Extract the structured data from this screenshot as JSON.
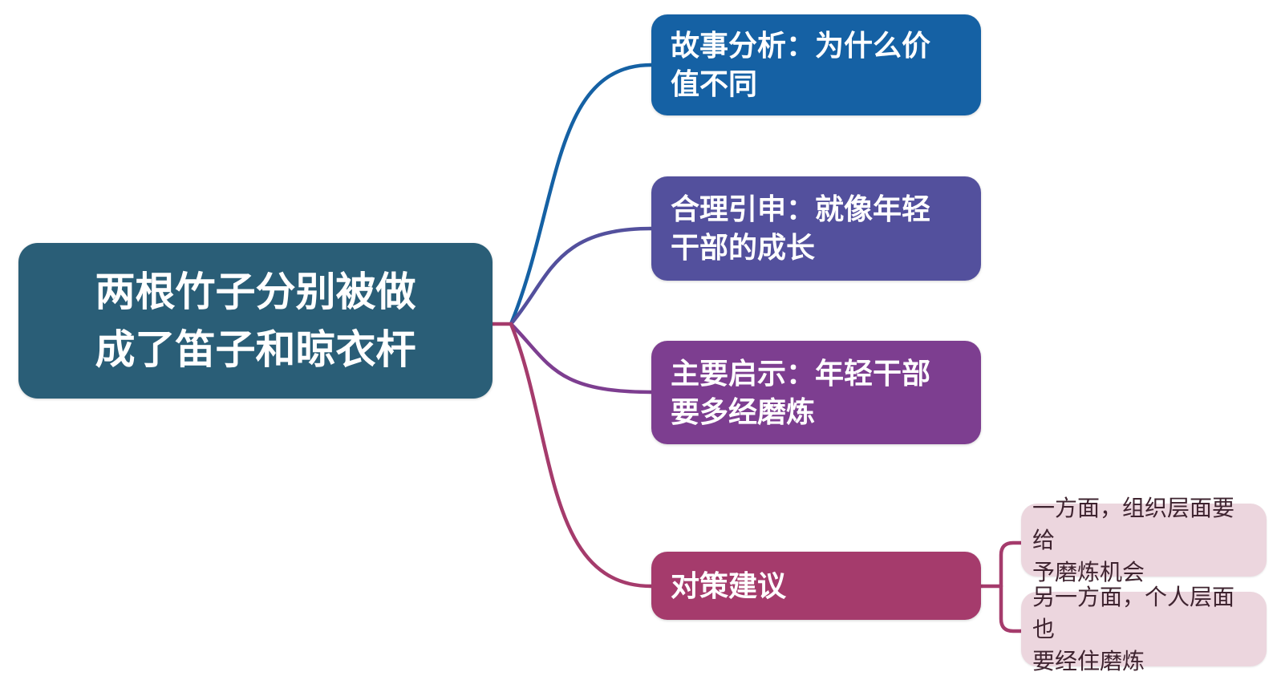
{
  "root": {
    "label": "两根竹子分别被做\n成了笛子和晾衣杆",
    "color": "#2A5E77",
    "text_color": "#FFFFFF"
  },
  "branches": [
    {
      "label": "故事分析：为什么价\n值不同",
      "color": "#1561A4"
    },
    {
      "label": "合理引申：就像年轻\n干部的成长",
      "color": "#53509D"
    },
    {
      "label": "主要启示：年轻干部\n要多经磨炼",
      "color": "#7D3E90"
    },
    {
      "label": "对策建议",
      "color": "#A53B6C"
    }
  ],
  "leaves": [
    {
      "label": "一方面，组织层面要给\n予磨炼机会"
    },
    {
      "label": "另一方面，个人层面也\n要经住磨炼"
    }
  ],
  "styles": {
    "node_text": "#FFFFFF",
    "leaf_bg": "#ECD6DE",
    "leaf_text": "#3F2430",
    "background": "#FFFFFF"
  }
}
